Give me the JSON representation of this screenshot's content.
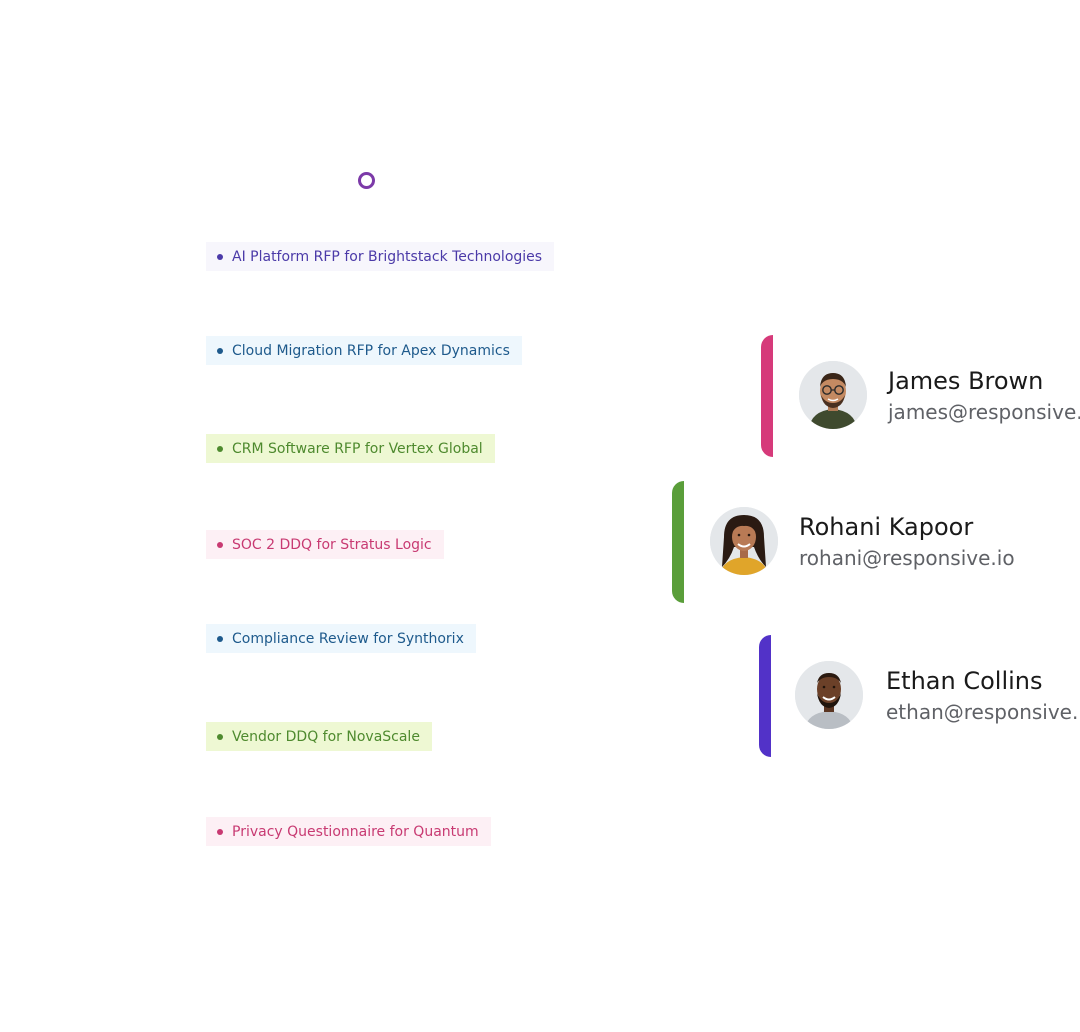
{
  "tags": [
    {
      "label": "AI Platform RFP for Brightstack Technologies",
      "tone": "purple"
    },
    {
      "label": "Cloud Migration RFP for Apex Dynamics",
      "tone": "blue"
    },
    {
      "label": "CRM Software RFP for Vertex Global",
      "tone": "green"
    },
    {
      "label": "SOC 2 DDQ for Stratus Logic",
      "tone": "pink"
    },
    {
      "label": "Compliance Review for Synthorix",
      "tone": "blue"
    },
    {
      "label": "Vendor DDQ for NovaScale",
      "tone": "green"
    },
    {
      "label": "Privacy Questionnaire for Quantum",
      "tone": "pink"
    }
  ],
  "people": [
    {
      "name": "James Brown",
      "email": "james@responsive.io",
      "accent": "#d63a7a"
    },
    {
      "name": "Rohani Kapoor",
      "email": "rohani@responsive.io",
      "accent": "#5a9e3a"
    },
    {
      "name": "Ethan Collins",
      "email": "ethan@responsive.io",
      "accent": "#5232c8"
    }
  ],
  "colors": {
    "ring": "#7c3aa8",
    "purple_text": "#4b3aa8",
    "blue_text": "#1e5a8c",
    "green_text": "#4e8a2e",
    "pink_text": "#c83a72"
  }
}
